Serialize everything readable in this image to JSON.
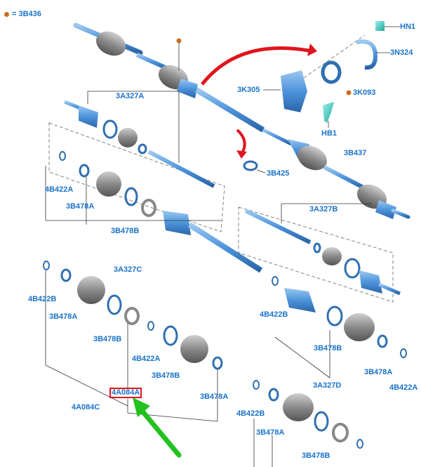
{
  "legend": {
    "marker": "●",
    "text": "= 3B436",
    "marker_color": "#c87020"
  },
  "labels": {
    "hn1": "HN1",
    "n3n324": "3N324",
    "n3k305": "3K305",
    "n3k093": "3K093",
    "hb1": "HB1",
    "n3a327a": "3A327A",
    "n3b425": "3B425",
    "n3b437": "3B437",
    "n4b422a_top": "4B422A",
    "n3b478a_top": "3B478A",
    "n3b478b_top": "3B478B",
    "n3a327c": "3A327C",
    "n3a327b": "3A327B",
    "n4b422b_left": "4B422B",
    "n3b478a_left": "3B478A",
    "n3b478b_left": "3B478B",
    "n4b422a_mid": "4B422A",
    "n3b478b_mid": "3B478B",
    "n3b478a_mid": "3B478A",
    "n4a084a": "4A084A",
    "n4a084c": "4A084C",
    "n4b422b_right": "4B422B",
    "n3b478b_right": "3B478B",
    "n3a327d": "3A327D",
    "n3b478a_right": "3B478A",
    "n4b422a_right": "4B422A",
    "n4b422b_low": "4B422B",
    "n3b478a_low": "3B478A",
    "n3b478b_low": "3B478B"
  },
  "colors": {
    "label": "#1a73c8",
    "part_fill": "#5aa0e0",
    "part_dark": "#2f6fb0",
    "boot": "#8c8c8c",
    "ring": "#4a90d9",
    "highlight": "#e0141e",
    "red_arrow": "#e0141e",
    "green_arrow": "#22c21e",
    "fastener": "#40c8c0"
  }
}
